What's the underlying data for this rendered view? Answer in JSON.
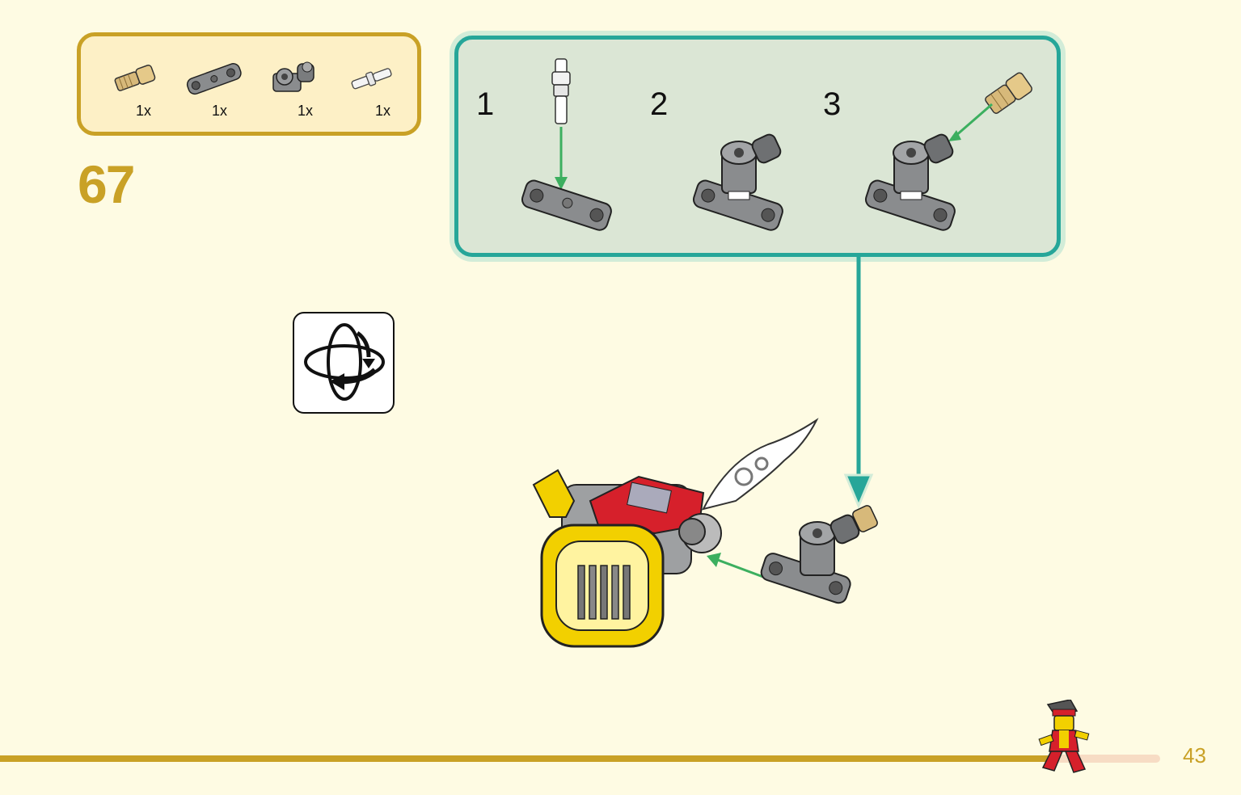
{
  "parts_list": {
    "items": [
      {
        "name": "tan-axle-connector",
        "qty": "1x"
      },
      {
        "name": "dark-grey-liftarm-connector",
        "qty": "1x"
      },
      {
        "name": "dark-grey-pin-hole-connector",
        "qty": "1x"
      },
      {
        "name": "white-pin",
        "qty": "1x"
      }
    ]
  },
  "step": {
    "number": "67"
  },
  "sub_assembly": {
    "steps": [
      {
        "number": "1"
      },
      {
        "number": "2"
      },
      {
        "number": "3"
      }
    ]
  },
  "page": {
    "number": "43"
  },
  "colors": {
    "background": "#fefbe3",
    "gold": "#c9a126",
    "teal": "#26a699",
    "arrow_green": "#3caf5f",
    "callout_fill": "#dbe6d5"
  }
}
